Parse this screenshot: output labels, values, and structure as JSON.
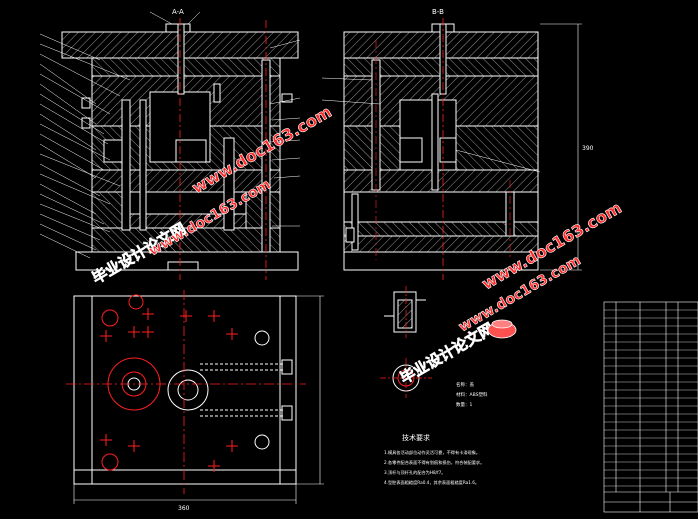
{
  "drawing": {
    "section_aa_label": "A-A",
    "section_bb_label": "B-B",
    "dim_height": "390",
    "dim_width": "360",
    "tech_title": "技术要求",
    "tech_lines": [
      "1.模具各活动部位动作灵活可靠，不得有卡滞现象。",
      "2.各零件配合表面不得有划痕和损伤，符合装配要求。",
      "3.顶杆与顶杆孔的配合为H8/f7。",
      "4.型腔表面粗糙度Ra0.4，其余表面粗糙度Ra1.6。"
    ],
    "material_lines": [
      "名称：盖",
      "材料：ABS塑料",
      "数量：1"
    ]
  },
  "watermarks": {
    "site_name": "毕业设计论文网",
    "site_url": "www.doc163.com"
  },
  "colors": {
    "background": "#000000",
    "outline": "#ffffff",
    "centerline": "#ff2020",
    "hatch": "#c8c8c8",
    "watermark_text": "#ff2a2a",
    "watermark_stroke": "#ffffff"
  }
}
